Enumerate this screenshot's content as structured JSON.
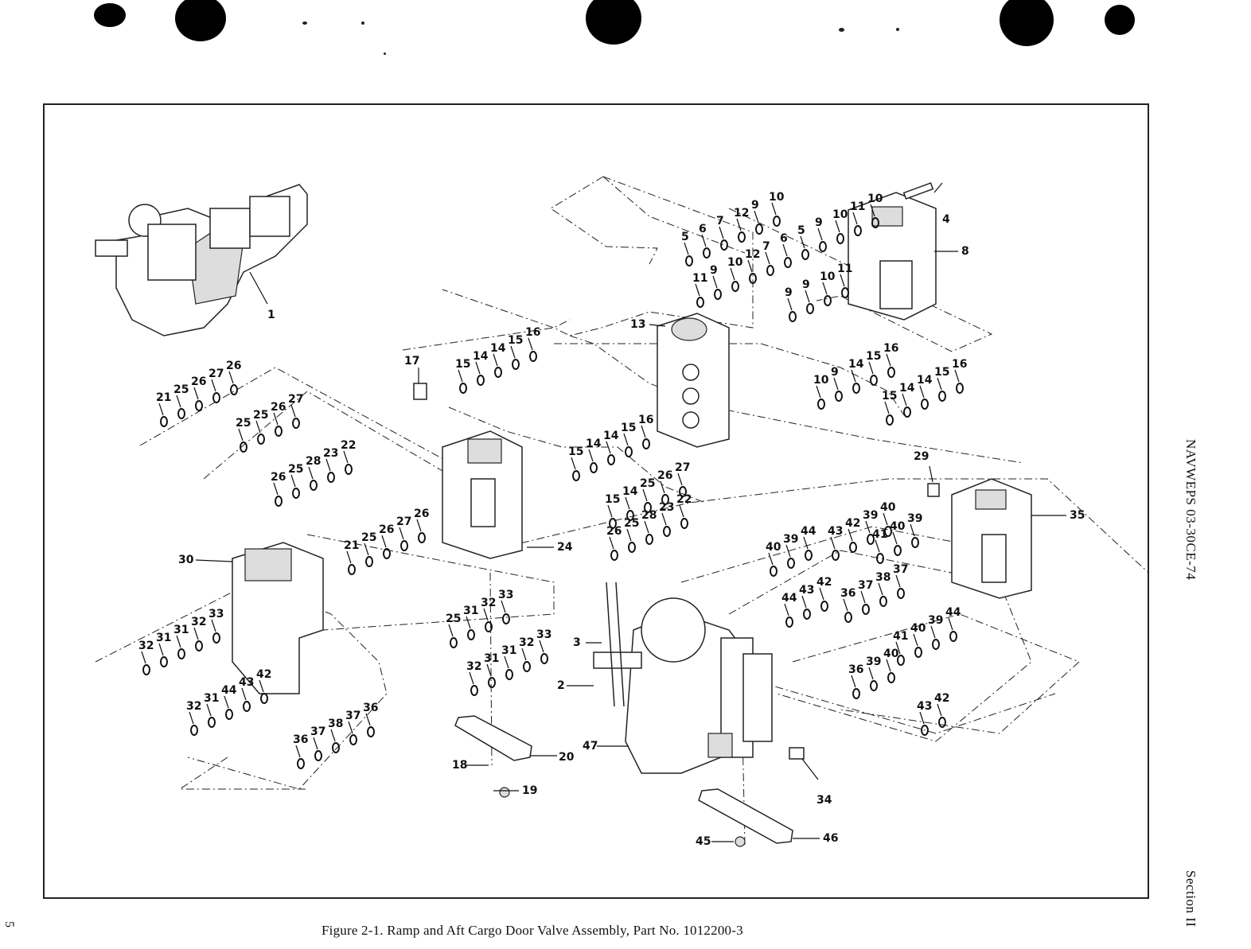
{
  "figure": {
    "caption": "Figure 2-1.  Ramp and Aft Cargo Door Valve Assembly, Part No. 1012200-3"
  },
  "page": {
    "number": "5",
    "document_id": "NAVWEPS 03-30CE-74",
    "section": "Section II"
  },
  "callouts": [
    {
      "id": "1",
      "text": "1"
    },
    {
      "id": "2",
      "text": "2"
    },
    {
      "id": "3",
      "text": "3"
    },
    {
      "id": "4",
      "text": "4"
    },
    {
      "id": "8",
      "text": "8"
    },
    {
      "id": "13",
      "text": "13"
    },
    {
      "id": "17",
      "text": "17"
    },
    {
      "id": "18",
      "text": "18"
    },
    {
      "id": "19",
      "text": "19"
    },
    {
      "id": "20",
      "text": "20"
    },
    {
      "id": "24",
      "text": "24"
    },
    {
      "id": "29",
      "text": "29"
    },
    {
      "id": "30",
      "text": "30"
    },
    {
      "id": "34",
      "text": "34"
    },
    {
      "id": "35",
      "text": "35"
    },
    {
      "id": "45",
      "text": "45"
    },
    {
      "id": "46",
      "text": "46"
    },
    {
      "id": "47",
      "text": "47"
    }
  ],
  "parts_labels": [
    "5",
    "6",
    "7",
    "12",
    "9",
    "10",
    "11",
    "9",
    "10",
    "12",
    "7",
    "6",
    "5",
    "9",
    "10",
    "11",
    "10",
    "9",
    "9",
    "10",
    "11",
    "10",
    "9",
    "14",
    "15",
    "16",
    "15",
    "14",
    "14",
    "15",
    "16",
    "15",
    "14",
    "14",
    "15",
    "16",
    "15",
    "14",
    "14",
    "15",
    "16",
    "15",
    "14",
    "25",
    "26",
    "27",
    "26",
    "25",
    "28",
    "23",
    "22",
    "21",
    "25",
    "26",
    "27",
    "26",
    "25",
    "25",
    "26",
    "27",
    "26",
    "25",
    "28",
    "23",
    "22",
    "21",
    "25",
    "26",
    "27",
    "26",
    "25",
    "31",
    "32",
    "33",
    "32",
    "31",
    "31",
    "32",
    "33",
    "32",
    "31",
    "31",
    "32",
    "33",
    "32",
    "31",
    "44",
    "43",
    "42",
    "36",
    "37",
    "38",
    "37",
    "36",
    "40",
    "39",
    "44",
    "43",
    "42",
    "39",
    "40",
    "41",
    "40",
    "39",
    "44",
    "43",
    "42",
    "36",
    "37",
    "38",
    "37",
    "36",
    "39",
    "40",
    "41",
    "40",
    "39",
    "44",
    "43",
    "42"
  ]
}
